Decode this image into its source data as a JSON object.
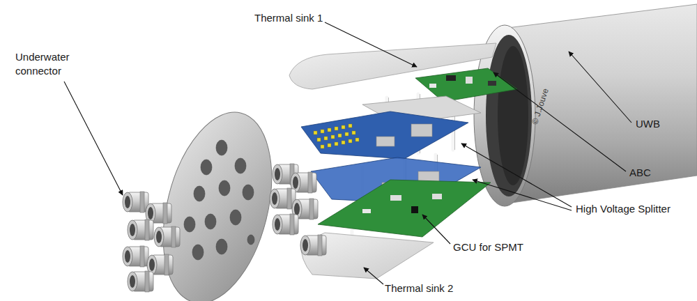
{
  "diagram": {
    "labels": [
      "Thermal sink 1",
      "Underwater connector",
      "UWB",
      "© J.Jouve",
      "ABC",
      "High Voltage Splitter",
      "GCU for SPMT",
      "Thermal sink 2"
    ]
  }
}
